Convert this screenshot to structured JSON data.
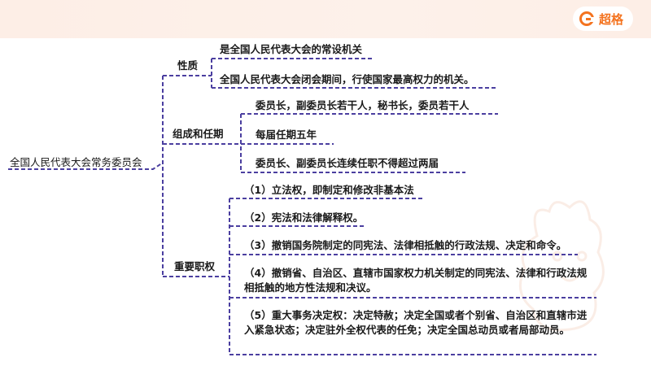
{
  "brand": {
    "name": "超格",
    "color": "#f4731f"
  },
  "root": "全国人民代表大会常务委员会",
  "branches": {
    "nature": {
      "label": "性质",
      "items": [
        "是全国人民代表大会的常设机关",
        "全国人民代表大会闭会期间，行使国家最高权力的机关。"
      ]
    },
    "composition": {
      "label": "组成和任期",
      "items": [
        "委员长，副委员长若干人，秘书长，委员若干人",
        "每届任期五年",
        "委员长、副委员长连续任职不得超过两届"
      ]
    },
    "duties": {
      "label": "重要职权",
      "items": [
        "（1）立法权，即制定和修改非基本法",
        "（2）宪法和法律解释权。",
        "（3）撤销国务院制定的同宪法、法律相抵触的行政法规、决定和命令。",
        "（4）撤销省、自治区、直辖市国家权力机关制定的同宪法、法律和行政法规相抵触的地方性法规和决议。",
        "（5）重大事务决定权：决定特赦；决定全国或者个别省、自治区和直辖市进入紧急状态；决定驻外全权代表的任免；决定全国总动员或者局部动员。"
      ]
    }
  },
  "colors": {
    "connector": "#4b3fa0",
    "text": "#1a1a1a"
  }
}
